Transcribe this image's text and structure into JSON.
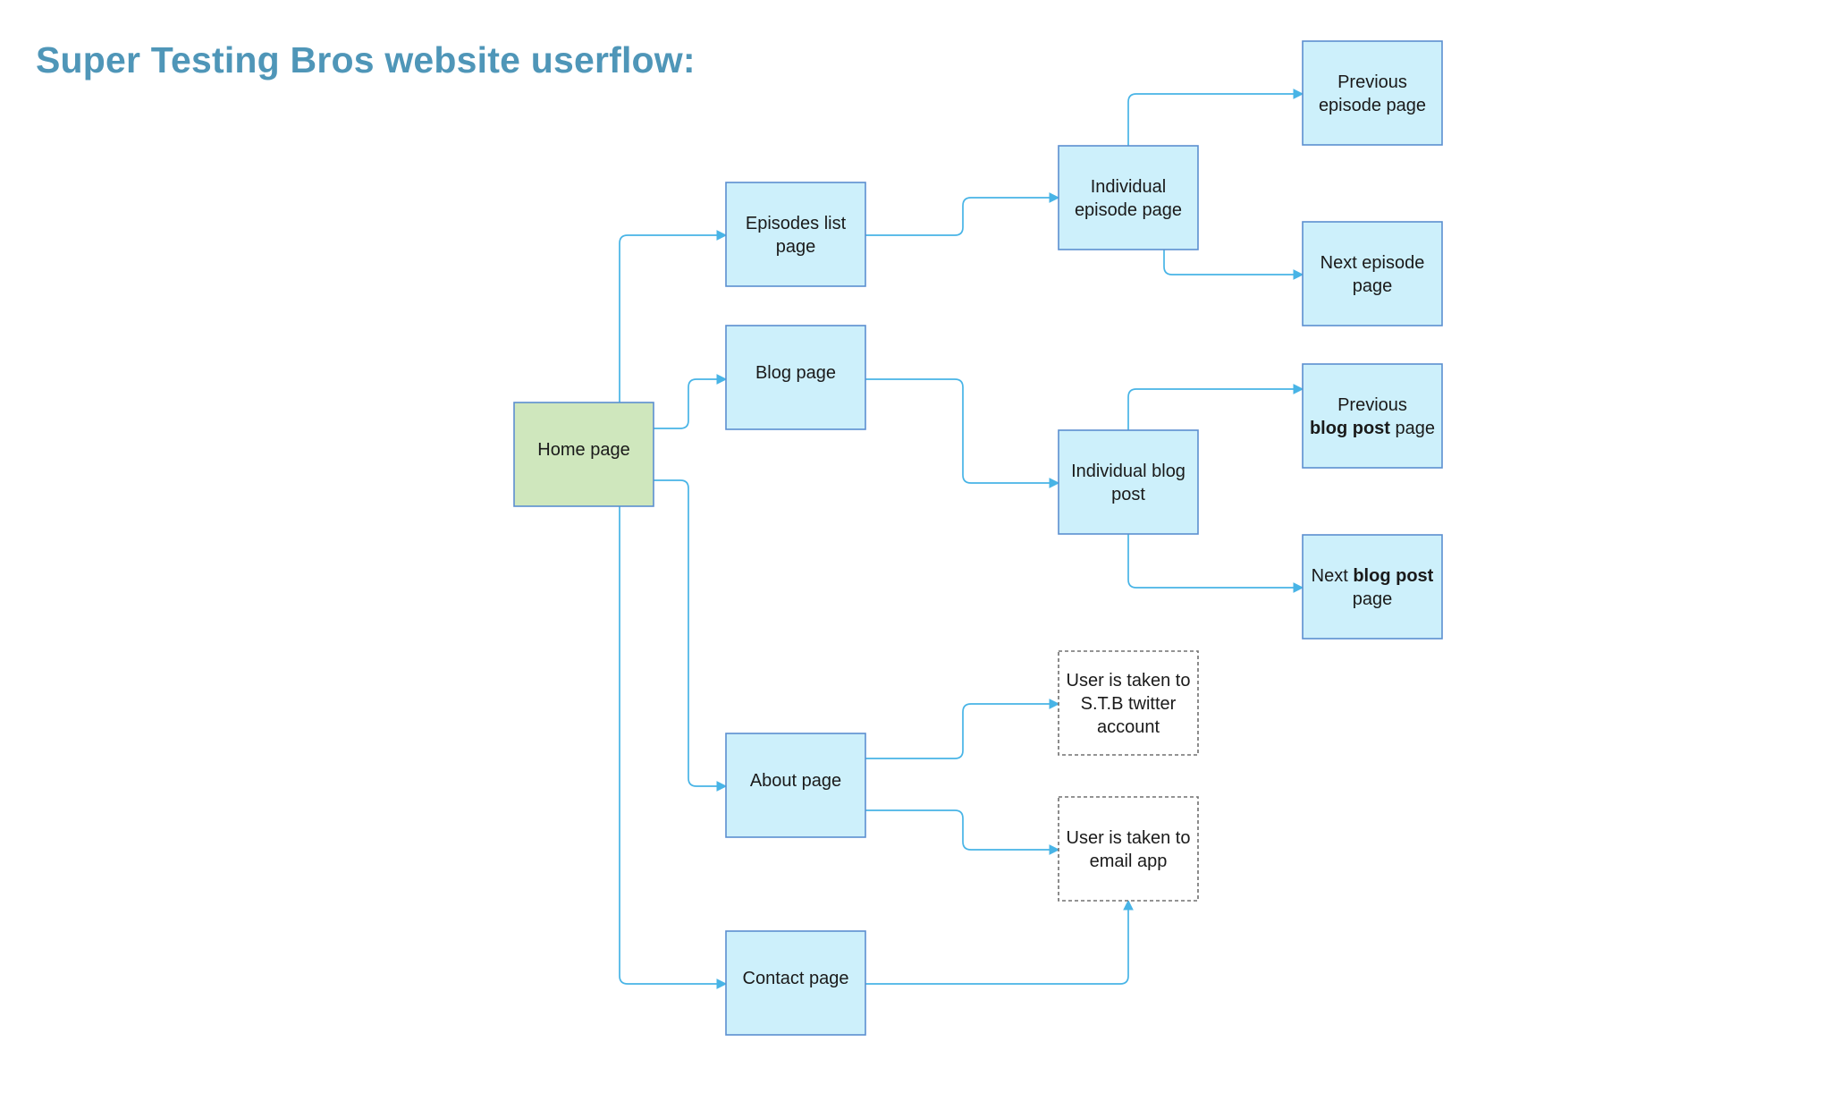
{
  "title": "Super Testing Bros website userflow:",
  "colors": {
    "title": "#4f96b8",
    "page_fill": "#cdf0fb",
    "home_fill": "#cfe7bd",
    "border": "#5b8fd0",
    "connector": "#48b4e6",
    "external_border": "#707070"
  },
  "nodes": {
    "home": {
      "kind": "home",
      "lines": [
        [
          "Home page"
        ]
      ]
    },
    "episodes": {
      "kind": "page",
      "lines": [
        [
          "Episodes list"
        ],
        [
          "page"
        ]
      ]
    },
    "blog": {
      "kind": "page",
      "lines": [
        [
          "Blog page"
        ]
      ]
    },
    "about": {
      "kind": "page",
      "lines": [
        [
          "About page"
        ]
      ]
    },
    "contact": {
      "kind": "page",
      "lines": [
        [
          "Contact page"
        ]
      ]
    },
    "individual_episode": {
      "kind": "page",
      "lines": [
        [
          "Individual"
        ],
        [
          "episode page"
        ]
      ]
    },
    "individual_blog": {
      "kind": "page",
      "lines": [
        [
          "Individual blog"
        ],
        [
          "post"
        ]
      ]
    },
    "twitter": {
      "kind": "external",
      "lines": [
        [
          "User is taken to"
        ],
        [
          "S.T.B twitter"
        ],
        [
          "account"
        ]
      ]
    },
    "email": {
      "kind": "external",
      "lines": [
        [
          "User is taken to"
        ],
        [
          "email app"
        ]
      ]
    },
    "prev_episode": {
      "kind": "page",
      "lines": [
        [
          "Previous"
        ],
        [
          "episode page"
        ]
      ]
    },
    "next_episode": {
      "kind": "page",
      "lines": [
        [
          "Next episode"
        ],
        [
          "page"
        ]
      ]
    },
    "prev_blog": {
      "kind": "page",
      "lines": [
        [
          "Previous"
        ],
        [
          "*blog post",
          " page"
        ]
      ]
    },
    "next_blog": {
      "kind": "page",
      "lines": [
        [
          "Next",
          "*blog post"
        ],
        [
          "page"
        ]
      ]
    }
  },
  "edges": [
    {
      "from": "home",
      "to": "episodes"
    },
    {
      "from": "home",
      "to": "blog"
    },
    {
      "from": "home",
      "to": "about"
    },
    {
      "from": "home",
      "to": "contact"
    },
    {
      "from": "episodes",
      "to": "individual_episode"
    },
    {
      "from": "blog",
      "to": "individual_blog"
    },
    {
      "from": "individual_episode",
      "to": "prev_episode"
    },
    {
      "from": "individual_episode",
      "to": "next_episode"
    },
    {
      "from": "individual_blog",
      "to": "prev_blog"
    },
    {
      "from": "individual_blog",
      "to": "next_blog"
    },
    {
      "from": "about",
      "to": "twitter"
    },
    {
      "from": "about",
      "to": "email"
    },
    {
      "from": "contact",
      "to": "email"
    }
  ]
}
